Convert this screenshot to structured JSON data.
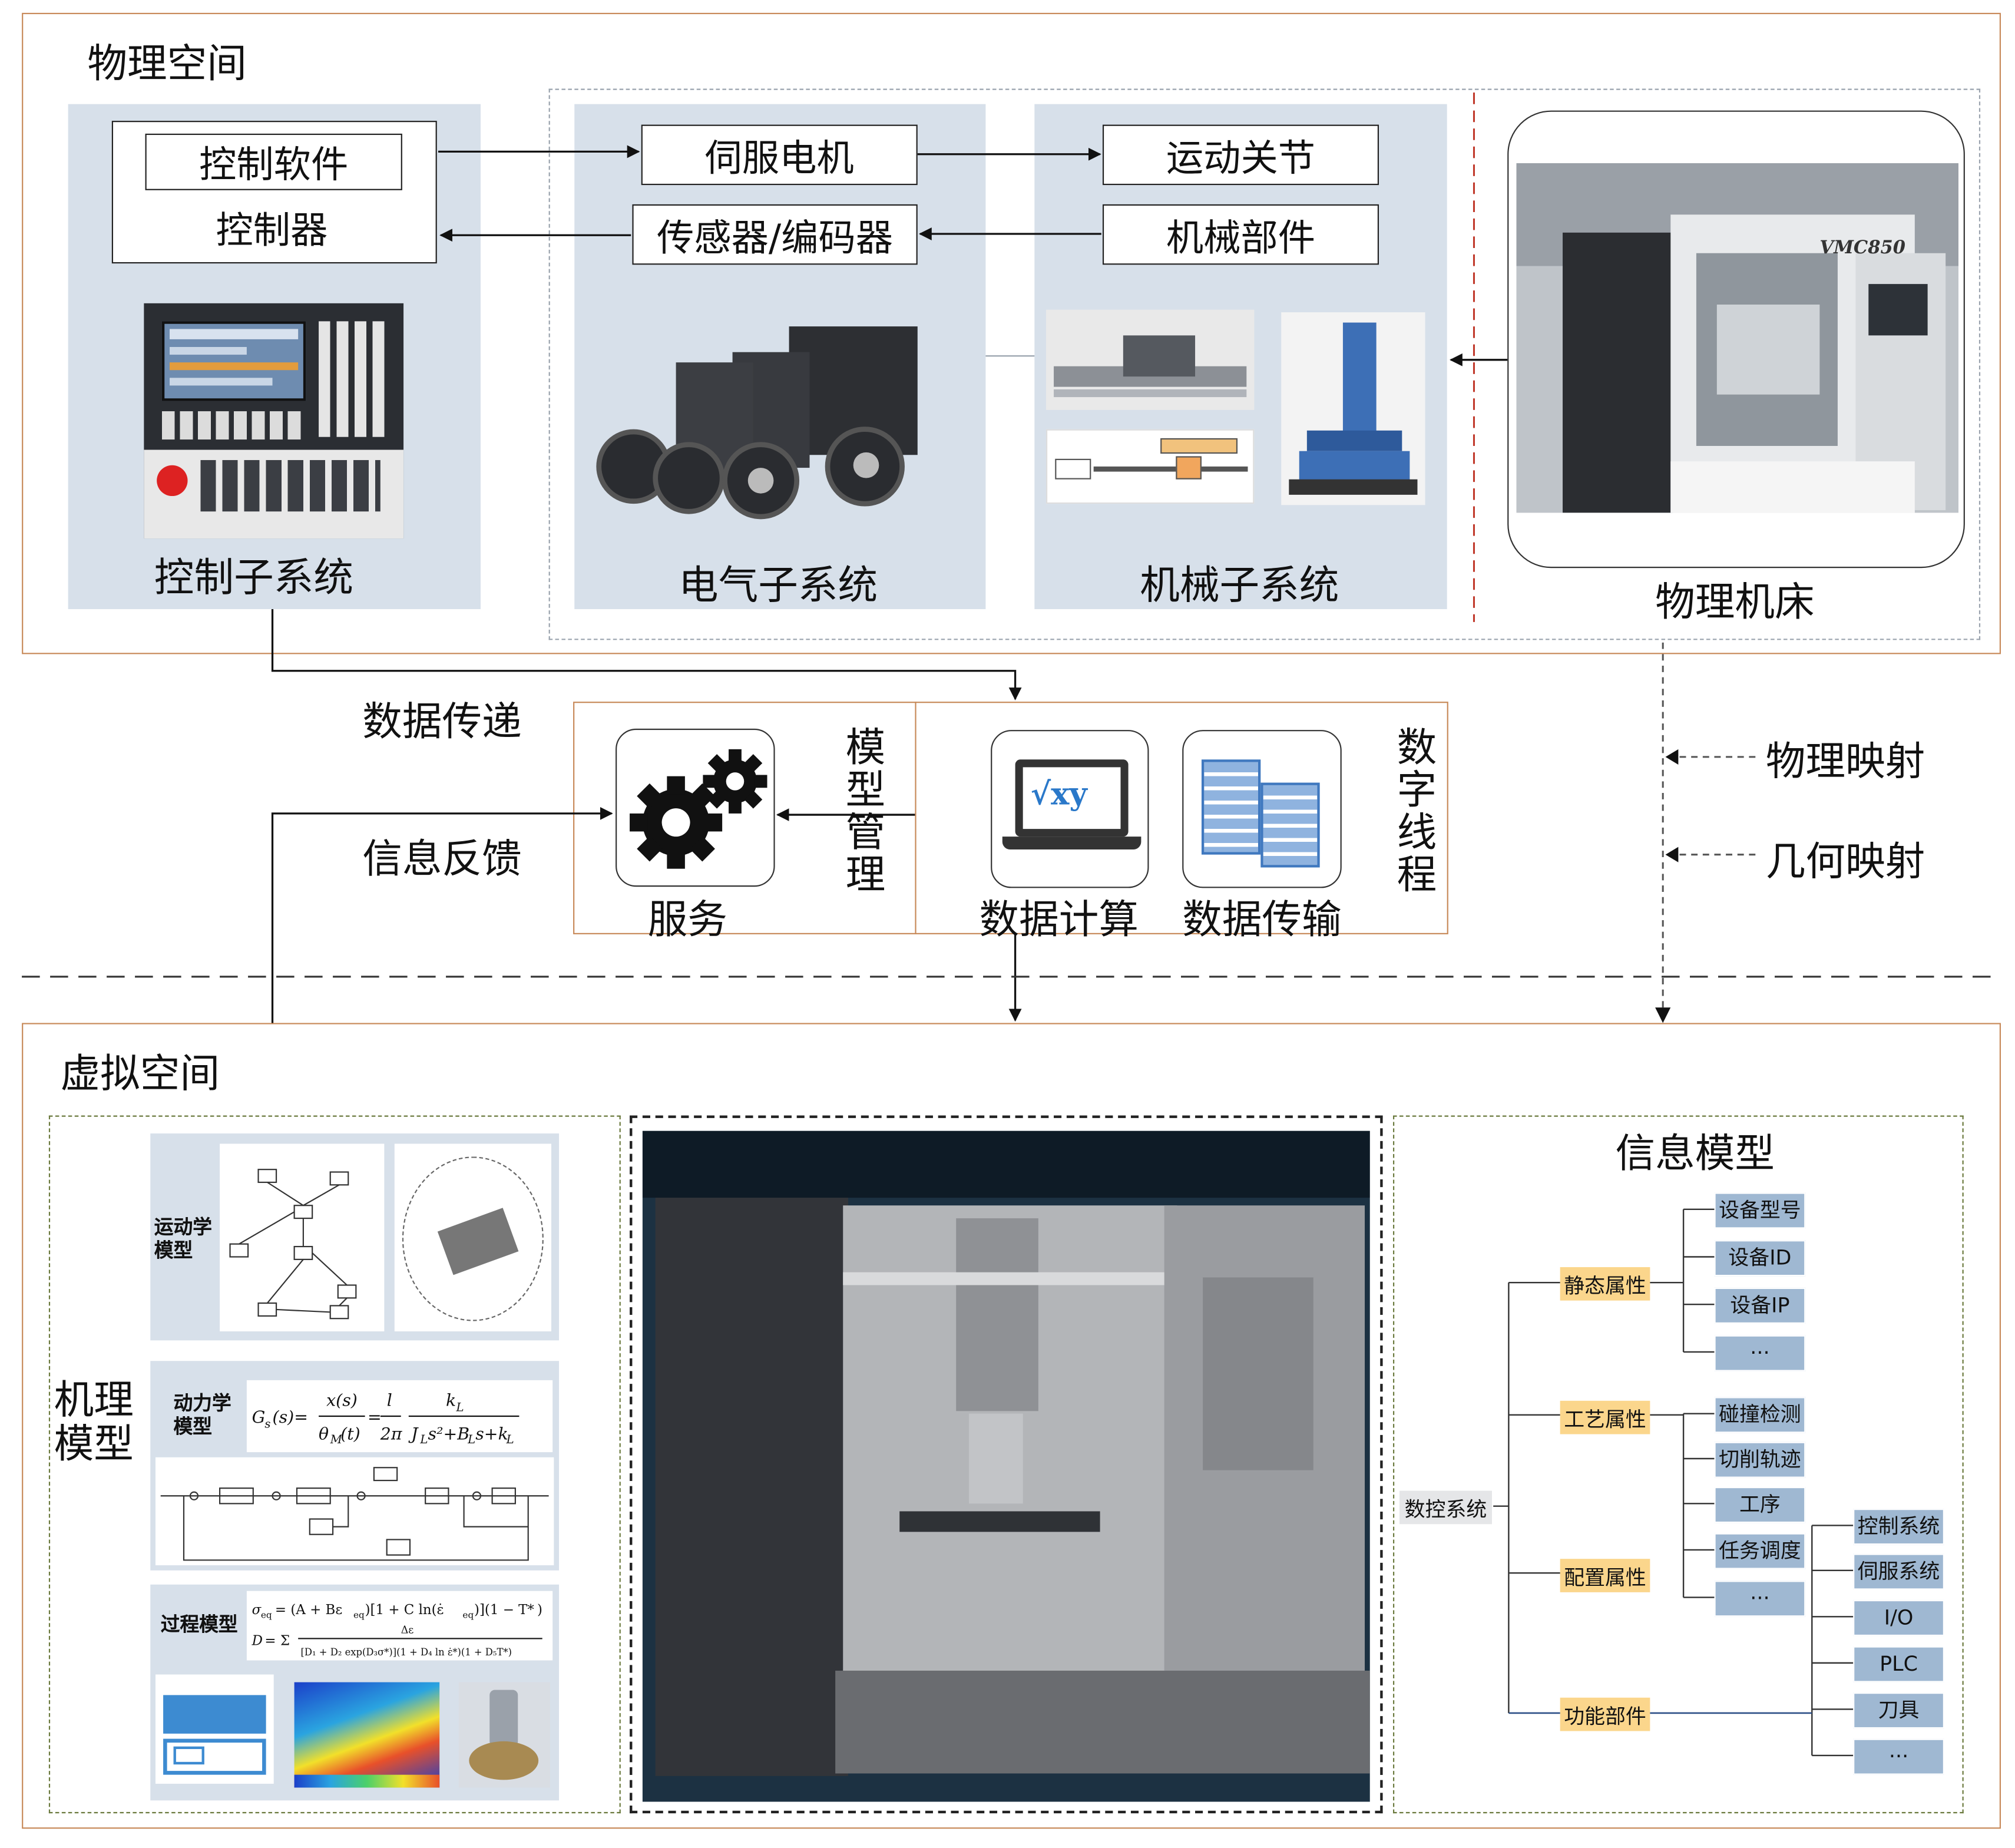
{
  "physical": {
    "title": "物理空间",
    "control_software": "控制软件",
    "controller": "控制器",
    "control_subsystem": "控制子系统",
    "servo_motor": "伺服电机",
    "sensor_encoder": "传感器/编码器",
    "electrical_subsystem": "电气子系统",
    "motion_joint": "运动关节",
    "mechanical_part": "机械部件",
    "mechanical_subsystem": "机械子系统",
    "machine_tool": "物理机床",
    "vmc_label": "VMC850"
  },
  "middle": {
    "data_transfer": "数据传递",
    "info_feedback": "信息反馈",
    "service": "服务",
    "model_management": "模型管理",
    "data_compute": "数据计算",
    "data_transmit": "数据传输",
    "digital_thread": "数字线程",
    "sqrt_symbol": "√xy"
  },
  "legend": {
    "physical_mapping": "物理映射",
    "geometric_mapping": "几何映射"
  },
  "virtual": {
    "title": "虚拟空间",
    "mechanism_model": "机理模型",
    "kinematic_model": "运动学模型",
    "dynamic_model": "动力学模型",
    "process_model": "过程模型",
    "info_model_title": "信息模型",
    "root": "数控系统",
    "categories": [
      "静态属性",
      "工艺属性",
      "配置属性",
      "功能部件"
    ],
    "static_items": [
      "设备型号",
      "设备ID",
      "设备IP",
      "···"
    ],
    "process_items": [
      "碰撞检测",
      "切削轨迹",
      "工序",
      "任务调度",
      "···"
    ],
    "function_items": [
      "控制系统",
      "伺服系统",
      "I/O",
      "PLC",
      "刀具",
      "···"
    ]
  },
  "colors": {
    "frame": "#c88a5a",
    "panel": "#d7e0ea",
    "category_tag": "#fbd68c",
    "leaf_node": "#9fb8d2",
    "dashed_green": "#6b7a3e",
    "red_divider": "#c0392b"
  }
}
